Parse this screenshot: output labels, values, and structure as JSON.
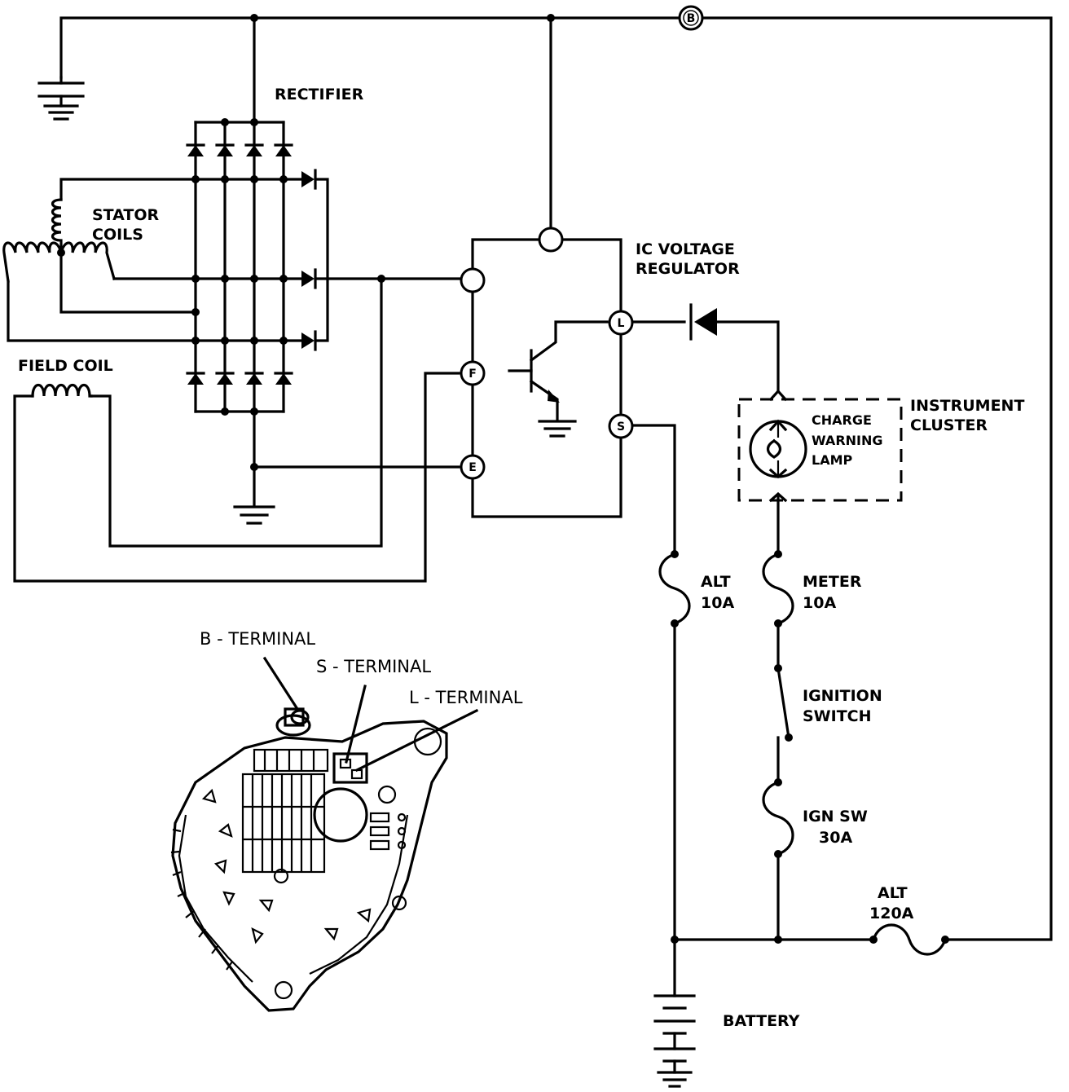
{
  "labels": {
    "rectifier": "RECTIFIER",
    "stator_1": "STATOR",
    "stator_2": "COILS",
    "field_coil": "FIELD COIL",
    "regulator_1": "IC VOLTAGE",
    "regulator_2": "REGULATOR",
    "cluster_1": "INSTRUMENT",
    "cluster_2": "CLUSTER",
    "lamp_1": "CHARGE",
    "lamp_2": "WARNING",
    "lamp_3": "LAMP",
    "fuse_alt10_1": "ALT",
    "fuse_alt10_2": "10A",
    "fuse_meter_1": "METER",
    "fuse_meter_2": "10A",
    "ign_switch_1": "IGNITION",
    "ign_switch_2": "SWITCH",
    "fuse_ign_1": "IGN SW",
    "fuse_ign_2": "30A",
    "fuse_alt120_1": "ALT",
    "fuse_alt120_2": "120A",
    "battery": "BATTERY",
    "b_terminal": "B - TERMINAL",
    "s_terminal": "S - TERMINAL",
    "l_terminal": "L - TERMINAL"
  },
  "terminals": {
    "b": "B",
    "l": "L",
    "f": "F",
    "s": "S",
    "e": "E"
  }
}
